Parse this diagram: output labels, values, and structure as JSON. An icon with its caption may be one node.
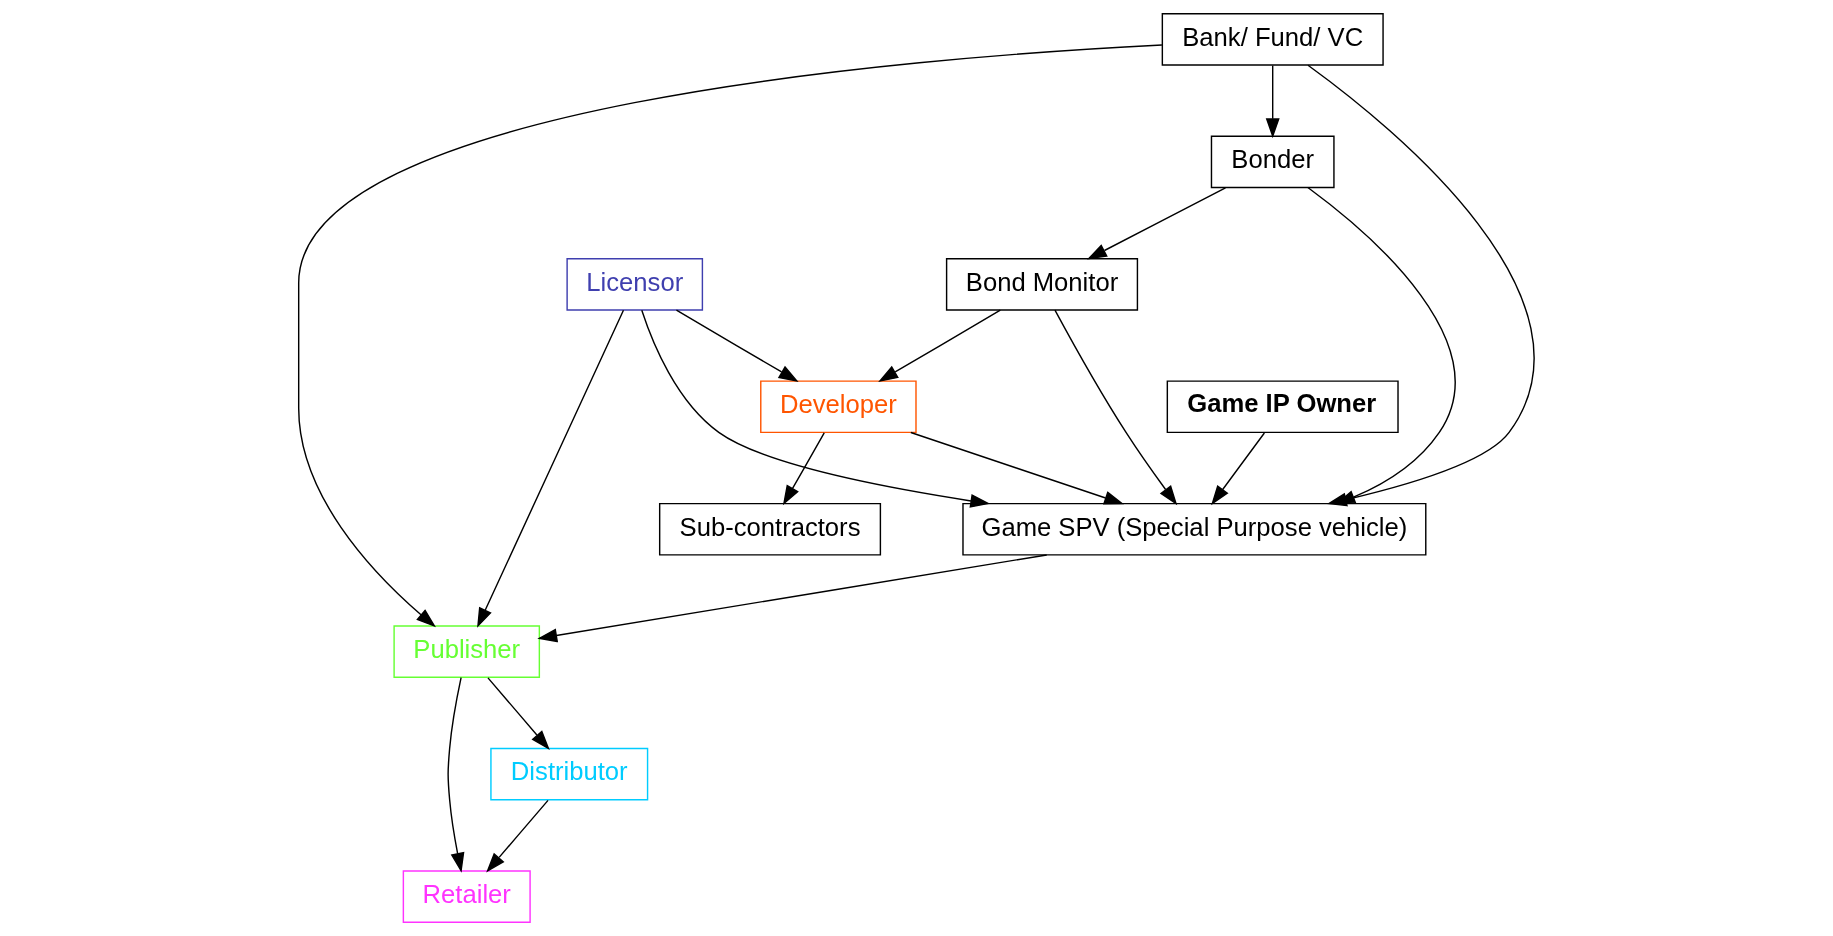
{
  "diagram": {
    "nodes": [
      {
        "text": [
          "Licensor"
        ]
      },
      {
        "text": [
          "Publisher"
        ]
      },
      {
        "text": [
          "Game IP Owner"
        ]
      },
      {
        "text": [
          "Distributor"
        ]
      },
      {
        "text": [
          "Developer"
        ]
      },
      {
        "text": [
          "Game SPV (Special Purpose vehicle)"
        ]
      },
      {
        "text": [
          "Retailer"
        ]
      },
      {
        "text": [
          "Sub-contractors"
        ]
      },
      {
        "text": [
          "Bond Monitor"
        ]
      },
      {
        "text": [
          "Bonder"
        ]
      },
      {
        "text": [
          "Bank/ Fund/ VC"
        ]
      }
    ],
    "edges": [
      {
        "from": 0,
        "to": 4,
        "arrow": "to"
      },
      {
        "from": 0,
        "to": 1,
        "arrow": "to"
      },
      {
        "from": 0,
        "to": 5,
        "arrow": "to"
      },
      {
        "from": 2,
        "to": 5,
        "arrow": "to"
      },
      {
        "from": 4,
        "to": 5,
        "arrow": "to"
      },
      {
        "from": 4,
        "to": 7,
        "arrow": "to"
      },
      {
        "from": 5,
        "to": 1,
        "arrow": "to"
      },
      {
        "from": 1,
        "to": 3,
        "arrow": "to"
      },
      {
        "from": 1,
        "to": 6,
        "arrow": "to"
      },
      {
        "from": 3,
        "to": 6,
        "arrow": "to"
      },
      {
        "from": 8,
        "to": 4,
        "arrow": "to"
      },
      {
        "from": 8,
        "to": 5,
        "arrow": "to"
      },
      {
        "from": 9,
        "to": 5,
        "arrow": "to"
      },
      {
        "from": 9,
        "to": 8,
        "arrow": "to"
      },
      {
        "from": 10,
        "to": 9,
        "arrow": "to"
      },
      {
        "from": 10,
        "to": 5,
        "arrow": "to"
      },
      {
        "from": 10,
        "to": 1,
        "arrow": "to"
      }
    ]
  }
}
